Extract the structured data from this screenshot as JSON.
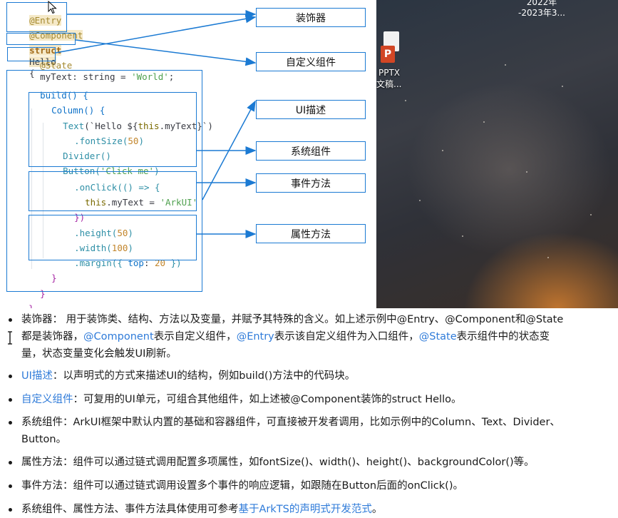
{
  "desktop": {
    "date_line1": "2022年",
    "date_line2": "-2023年3...",
    "file_icon_letter": "P",
    "file_label_line1": "PPTX",
    "file_label_line2": "文稿..."
  },
  "code": {
    "l1": "@Entry",
    "l2": "@Component",
    "l3_kw": "struct",
    "l3_name": "Hello",
    "l3_brace": "{",
    "l4_deco": "@State",
    "l4_name": "myText",
    "l4_type": ": string = ",
    "l4_val": "'World'",
    "l4_end": ";",
    "l5": "build() {",
    "l6": "Column() {",
    "l7_fn": "Text",
    "l7_arg": "(`Hello ${",
    "l7_this": "this",
    "l7_field": ".myText",
    "l7_end": "}`)",
    "l8_method": ".fontSize(",
    "l8_num": "50",
    "l8_end": ")",
    "l9": "Divider()",
    "l10_fn": "Button(",
    "l10_str": "'Click me'",
    "l10_end": ")",
    "l11": ".onClick(() => {",
    "l12_this": "this",
    "l12_field": ".myText = ",
    "l12_str": "'ArkUI'",
    "l13": "})",
    "l14_method": ".height(",
    "l14_num": "50",
    "l14_end": ")",
    "l15_method": ".width(",
    "l15_num": "100",
    "l15_end": ")",
    "l16_method": ".margin({ ",
    "l16_key": "top",
    "l16_colon": ": ",
    "l16_num": "20",
    "l16_end": " })",
    "l17": "}",
    "l18": "}",
    "l19": "}"
  },
  "labels": {
    "decorator": "装饰器",
    "custom_component": "自定义组件",
    "ui_description": "UI描述",
    "system_component": "系统组件",
    "event_method": "事件方法",
    "attribute_method": "属性方法"
  },
  "description": {
    "item1_line1": "装饰器： 用于装饰类、结构、方法以及变量，并赋予其特殊的含义。如上述示例中@Entry、@Component和@State",
    "item1_line2_a": "都是装饰器，",
    "item1_line2_link1": "@Component",
    "item1_line2_b": "表示自定义组件，",
    "item1_line2_link2": "@Entry",
    "item1_line2_c": "表示该自定义组件为入口组件，",
    "item1_line2_link3": "@State",
    "item1_line2_d": "表示组件中的状态变",
    "item1_line3": "量，状态变量变化会触发UI刷新。",
    "item2_link": "UI描述",
    "item2_text": "：以声明式的方式来描述UI的结构，例如build()方法中的代码块。",
    "item3_link": "自定义组件",
    "item3_text": "：可复用的UI单元，可组合其他组件，如上述被@Component装饰的struct Hello。",
    "item4_line1": "系统组件：ArkUI框架中默认内置的基础和容器组件，可直接被开发者调用，比如示例中的Column、Text、Divider、",
    "item4_line2": "Button。",
    "item5": "属性方法：组件可以通过链式调用配置多项属性，如fontSize()、width()、height()、backgroundColor()等。",
    "item6": "事件方法：组件可以通过链式调用设置多个事件的响应逻辑，如跟随在Button后面的onClick()。",
    "item7_text": "系统组件、属性方法、事件方法具体使用可参考",
    "item7_link": "基于ArkTS的声明式开发范式",
    "item7_end": "。"
  },
  "colors": {
    "accent_blue": "#1b7ad3",
    "link_blue": "#2f7bd9"
  },
  "icons": [
    "mouse-cursor-icon",
    "text-cursor-icon",
    "ppt-file-icon",
    "bullet-icon"
  ]
}
